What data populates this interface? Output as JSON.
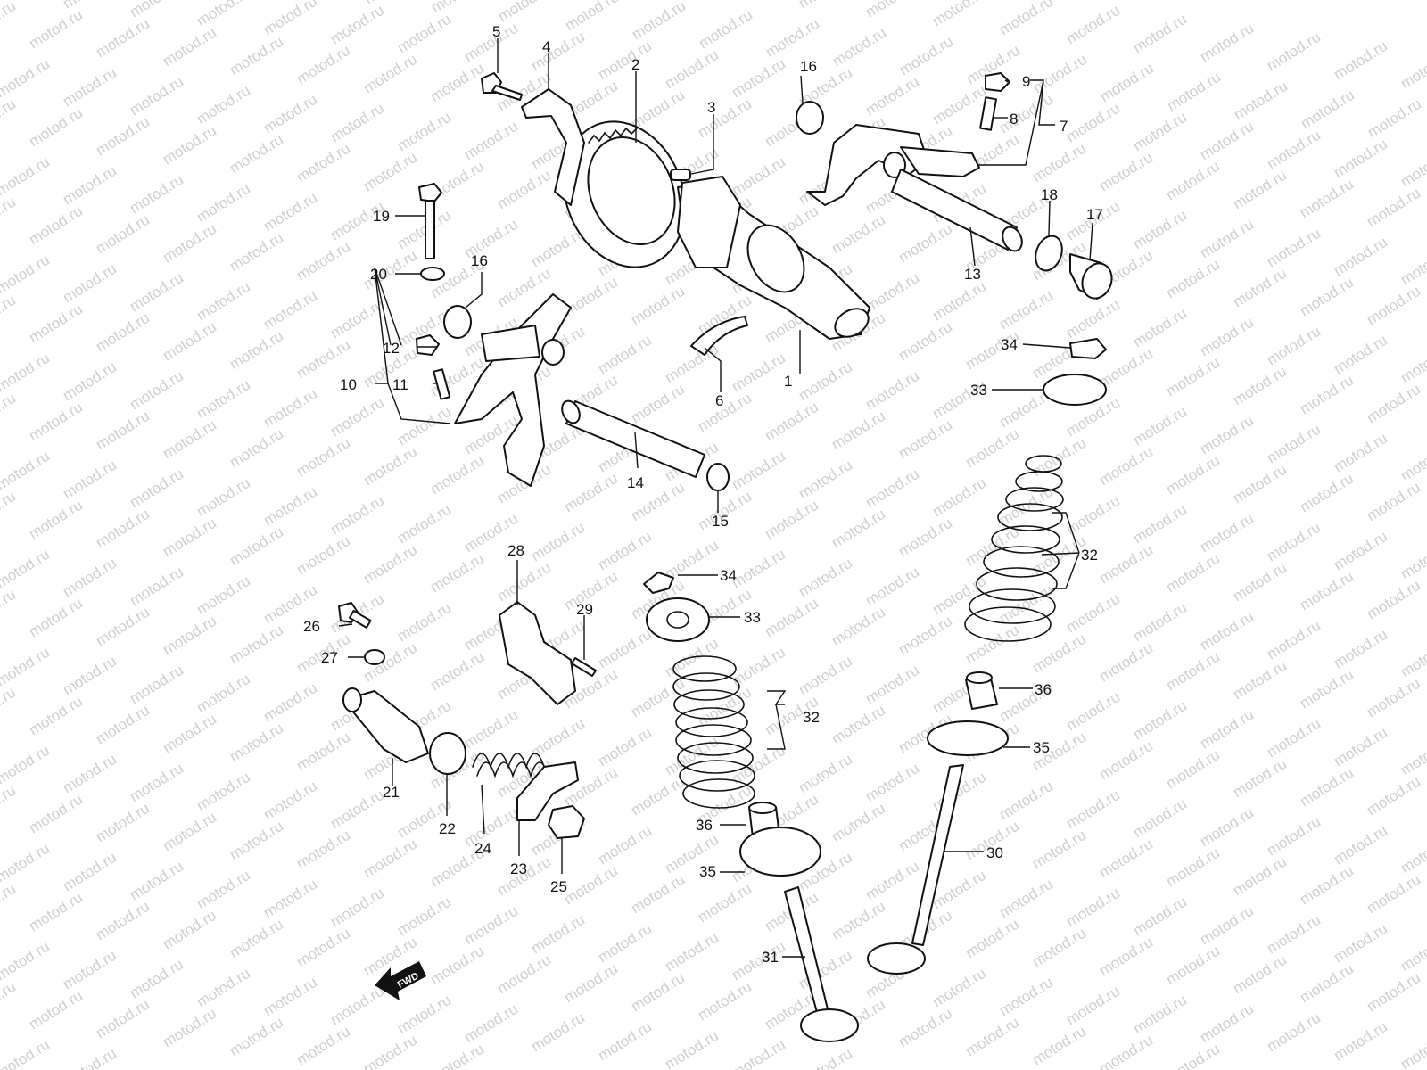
{
  "watermark": "motod.ru",
  "direction_label": "FWD",
  "parts": {
    "p1": "1",
    "p2": "2",
    "p3": "3",
    "p4": "4",
    "p5": "5",
    "p6": "6",
    "p7": "7",
    "p8": "8",
    "p9": "9",
    "p10": "10",
    "p11": "11",
    "p12": "12",
    "p13": "13",
    "p14": "14",
    "p15": "15",
    "p16a": "16",
    "p16b": "16",
    "p17": "17",
    "p18": "18",
    "p19": "19",
    "p20": "20",
    "p21": "21",
    "p22": "22",
    "p23": "23",
    "p24": "24",
    "p25": "25",
    "p26": "26",
    "p27": "27",
    "p28": "28",
    "p29": "29",
    "p30": "30",
    "p31": "31",
    "p32a": "32",
    "p32b": "32",
    "p33a": "33",
    "p33b": "33",
    "p34a": "34",
    "p34b": "34",
    "p35a": "35",
    "p35b": "35",
    "p36a": "36",
    "p36b": "36"
  },
  "colors": {
    "line": "#111111",
    "watermark": "#cfcfcf",
    "background": "#ffffff"
  }
}
